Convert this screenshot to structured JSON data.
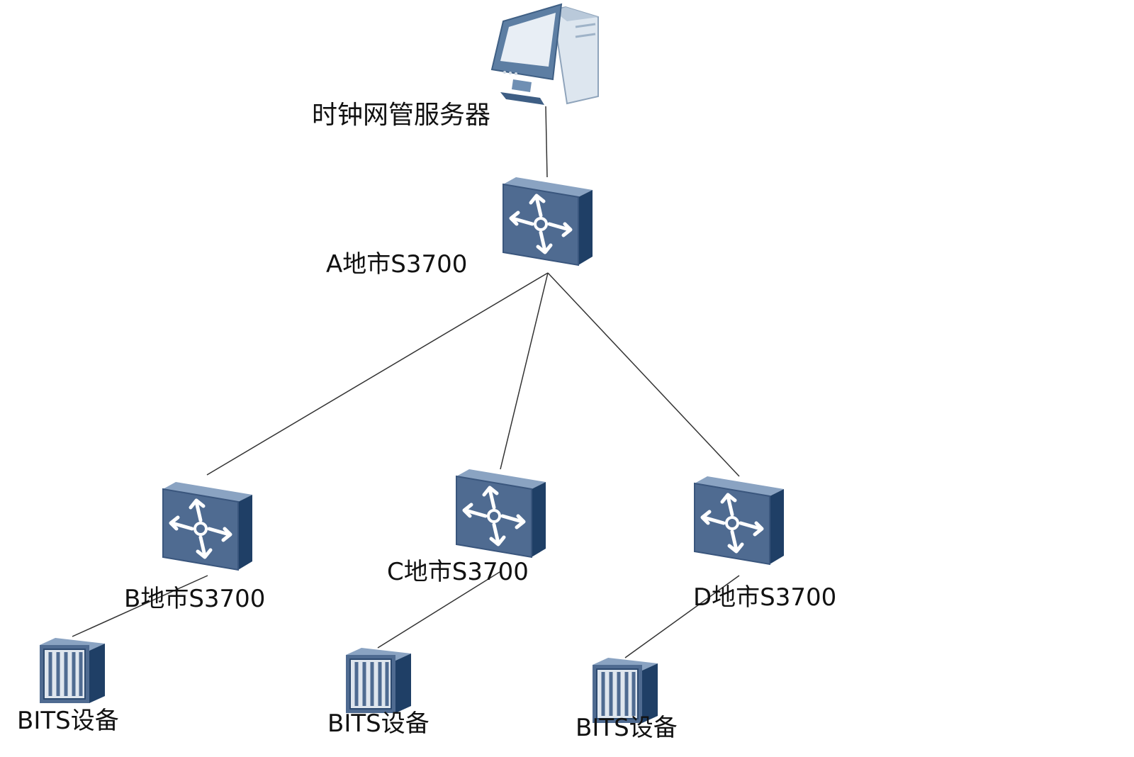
{
  "diagram": {
    "server": {
      "label": "时钟网管服务器",
      "icon": "server-computer-icon"
    },
    "switch_a": {
      "label": "A地市S3700",
      "icon": "switch-icon"
    },
    "switch_b": {
      "label": "B地市S3700",
      "icon": "switch-icon"
    },
    "switch_c": {
      "label": "C地市S3700",
      "icon": "switch-icon"
    },
    "switch_d": {
      "label": "D地市S3700",
      "icon": "switch-icon"
    },
    "bits_b": {
      "label": "BITS设备",
      "icon": "bits-device-icon"
    },
    "bits_c": {
      "label": "BITS设备",
      "icon": "bits-device-icon"
    },
    "bits_d": {
      "label": "BITS设备",
      "icon": "bits-device-icon"
    },
    "colors": {
      "device_front": "#4f6b91",
      "device_side": "#1f3f66",
      "device_top": "#8aa3c2",
      "link": "#333333"
    }
  }
}
